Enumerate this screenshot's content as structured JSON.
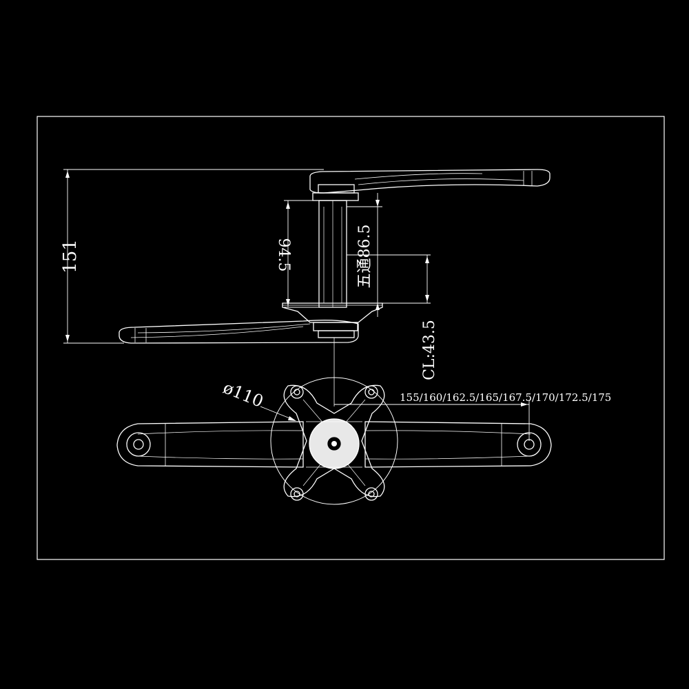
{
  "drawing": {
    "background_color": "#000000",
    "line_color": "#ffffff",
    "dimensions": {
      "overall_width": "151",
      "spindle_length": "94.5",
      "bb_shell_width": "五通86.5",
      "chainline": "CL:43.5",
      "bcd": "ø110",
      "crank_lengths": "155/160/162.5/165/167.5/170/172.5/175"
    }
  }
}
